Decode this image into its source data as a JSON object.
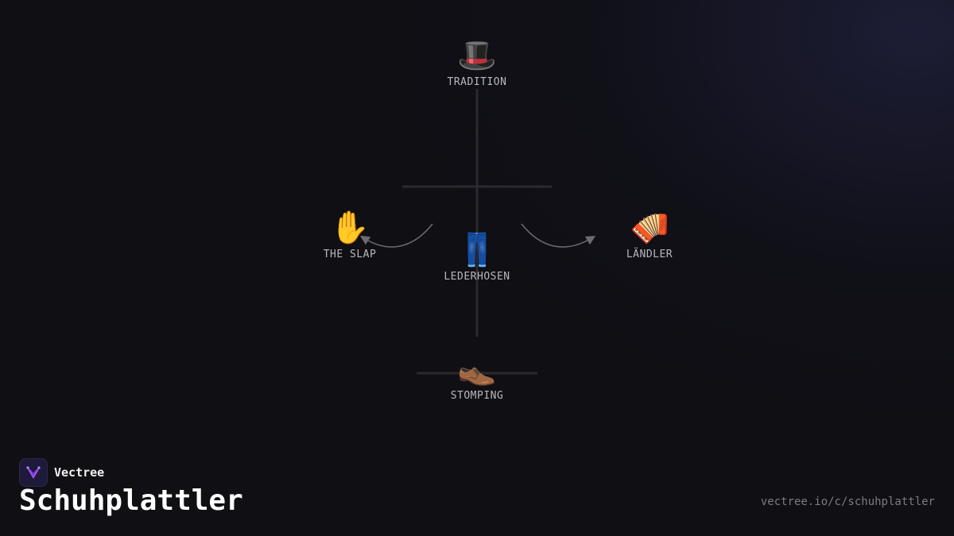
{
  "diagram": {
    "nodes": [
      {
        "id": "tradition",
        "emoji": "🎩",
        "label": "TRADITION"
      },
      {
        "id": "the-slap",
        "emoji": "✋",
        "label": "THE SLAP"
      },
      {
        "id": "lederhosen",
        "emoji": "👖",
        "label": "LEDERHOSEN"
      },
      {
        "id": "landler",
        "emoji": "🪗",
        "label": "LÄNDLER"
      },
      {
        "id": "stomping",
        "emoji": "👞",
        "label": "STOMPING"
      }
    ],
    "colors": {
      "line": "#2a2a30",
      "arrow": "#6b6b72",
      "label": "#b8b8bf",
      "background": "#0f0f14"
    }
  },
  "branding": {
    "logo_icon": "vectree-logo-icon",
    "name": "Vectree",
    "title": "Schuhplattler",
    "url": "vectree.io/c/schuhplattler"
  }
}
